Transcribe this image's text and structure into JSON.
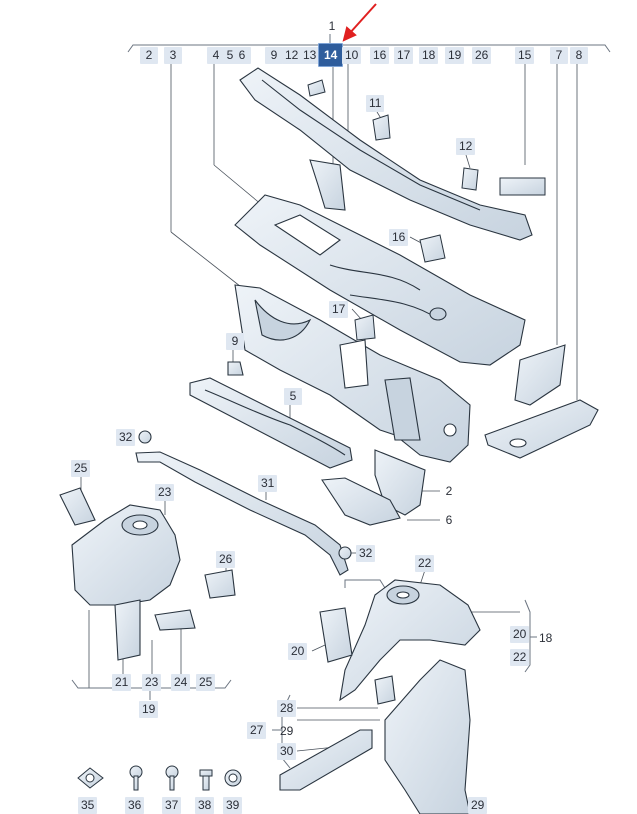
{
  "diagram": {
    "top_bracket_labels": [
      "2",
      "3",
      "4",
      "5",
      "6",
      "9",
      "12",
      "13",
      "14",
      "10",
      "16",
      "17",
      "18",
      "19",
      "26",
      "15",
      "7",
      "8"
    ],
    "standalone_labels": [
      "1",
      "11",
      "12",
      "16",
      "17",
      "9",
      "5",
      "32",
      "31",
      "32",
      "25",
      "23",
      "26",
      "22",
      "20",
      "18",
      "20",
      "22",
      "2",
      "6",
      "21",
      "23",
      "24",
      "25",
      "19",
      "28",
      "27",
      "29",
      "30",
      "35",
      "36",
      "37",
      "38",
      "39",
      "29"
    ],
    "highlighted_part": "14",
    "colors": {
      "label_bg": "#dfe7f1",
      "highlight_bg": "#2f5d9c",
      "arrow": "#e02020",
      "part_fill": "#dde6ef",
      "part_stroke": "#2a3540"
    }
  }
}
